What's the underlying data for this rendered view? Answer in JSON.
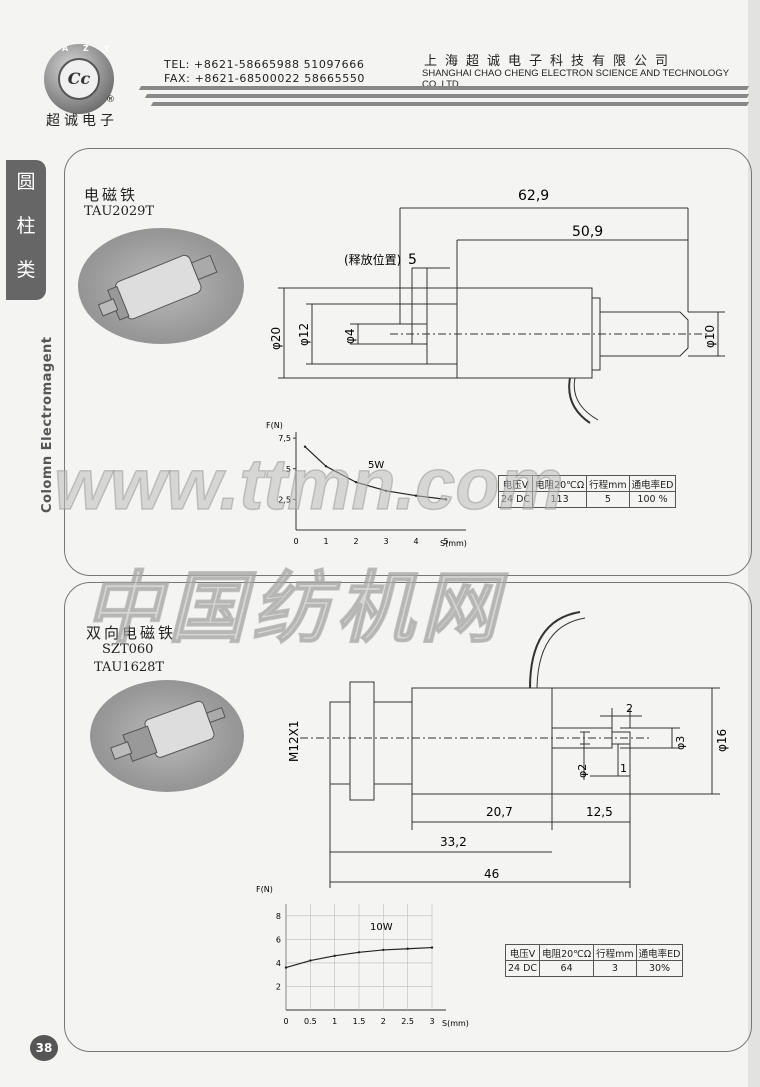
{
  "header": {
    "logo_ring": "A Z Y",
    "logo_mark": "Cc",
    "registered": "®",
    "brand": "超诚电子",
    "tel": "TEL: +8621-58665988 51097666",
    "fax": "FAX: +8621-68500022 58665550",
    "company_cn": "上海超诚电子科技有限公司",
    "company_en": "SHANGHAI CHAO CHENG ELECTRON SCIENCE AND TECHNOLOGY CO.,LTD."
  },
  "side_tab": {
    "chars": [
      "圆",
      "柱",
      "类"
    ],
    "en": "Colomn Electromagent"
  },
  "watermark": {
    "line1": "www.ttmn.com",
    "line2": "中国纺机网"
  },
  "product1": {
    "name_cn": "电磁铁",
    "model": "TAU2029T",
    "dims": {
      "total": "62,9",
      "body": "50,9",
      "release_label": "(释放位置)",
      "release": "5",
      "d20": "φ20",
      "d12": "φ12",
      "d4": "φ4",
      "d10": "φ10"
    },
    "chart": {
      "ylabel": "F(N)",
      "xlabel": "S(mm)",
      "power": "5W"
    },
    "spec_headers": [
      "电压V",
      "电阻20℃Ω",
      "行程mm",
      "通电率ED"
    ],
    "spec_values": [
      "24 DC",
      "113",
      "5",
      "100 %"
    ]
  },
  "product2": {
    "name_cn": "双向电磁铁",
    "model1": "SZT060",
    "model2": "TAU1628T",
    "dims": {
      "thread": "M12X1",
      "d16": "φ16",
      "d3": "φ3",
      "d2": "φ2",
      "s2": "2",
      "s1": "1",
      "l207": "20,7",
      "l125": "12,5",
      "l332": "33,2",
      "l46": "46"
    },
    "chart": {
      "ylabel": "F(N)",
      "xlabel": "S(mm)",
      "power": "10W"
    },
    "spec_headers": [
      "电压V",
      "电阻20℃Ω",
      "行程mm",
      "通电率ED"
    ],
    "spec_values": [
      "24 DC",
      "64",
      "3",
      "30%"
    ]
  },
  "page_number": "38",
  "chart_data": [
    {
      "type": "line",
      "x": [
        0.3,
        1,
        2,
        3,
        4,
        5
      ],
      "series": [
        {
          "name": "5W",
          "values": [
            6.8,
            5.2,
            3.9,
            3.2,
            2.8,
            2.5
          ]
        }
      ],
      "y_ticks": [
        "2,5",
        "5",
        "7,5"
      ],
      "x_ticks": [
        "0",
        "1",
        "2",
        "3",
        "4",
        "5"
      ],
      "xlabel": "S(mm)",
      "ylabel": "F(N)",
      "xlim": [
        0,
        5.5
      ],
      "ylim": [
        0,
        8
      ],
      "grid": false,
      "legend": "inline"
    },
    {
      "type": "line",
      "x": [
        0,
        0.5,
        1,
        1.5,
        2,
        2.5,
        3
      ],
      "series": [
        {
          "name": "10W",
          "values": [
            3.6,
            4.2,
            4.6,
            4.9,
            5.1,
            5.2,
            5.3
          ]
        }
      ],
      "y_ticks": [
        "2",
        "4",
        "6",
        "8"
      ],
      "x_ticks": [
        "0",
        "0.5",
        "1",
        "1.5",
        "2",
        "2.5",
        "3"
      ],
      "xlabel": "S(mm)",
      "ylabel": "F(N)",
      "xlim": [
        0,
        3
      ],
      "ylim": [
        0,
        9
      ],
      "grid": true,
      "legend": "inline"
    }
  ]
}
